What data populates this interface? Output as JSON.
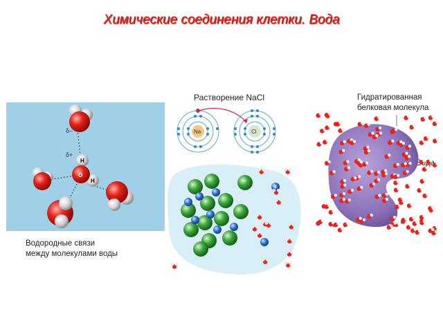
{
  "slide": {
    "title": "Химические соединения клетки. Вода"
  },
  "water_panel": {
    "atom_labels": {
      "oxygen": "O",
      "hydrogen_top": "H",
      "hydrogen_right": "H"
    },
    "charge_minus": "δ–",
    "charge_plus": "δ+",
    "caption_line1": "Водородные связи",
    "caption_line2": "между молекулами воды"
  },
  "nacl_panel": {
    "title": "Растворение NaCl",
    "na_label": "Na",
    "cl_label": "Cl",
    "ion_minus": "–",
    "ion_plus": "+"
  },
  "protein_panel": {
    "title_line1": "Гидратированная",
    "title_line2": "белковая молекула",
    "water_label": "Вода"
  },
  "colors": {
    "title": "#e8231c",
    "water_bg": "#9fd0e8",
    "oxygen": "#e8231c",
    "hydrogen": "#d9d9d9",
    "chloride": "#3aa83a",
    "sodium": "#2f6fd0",
    "protein": "#8a6fb8"
  }
}
